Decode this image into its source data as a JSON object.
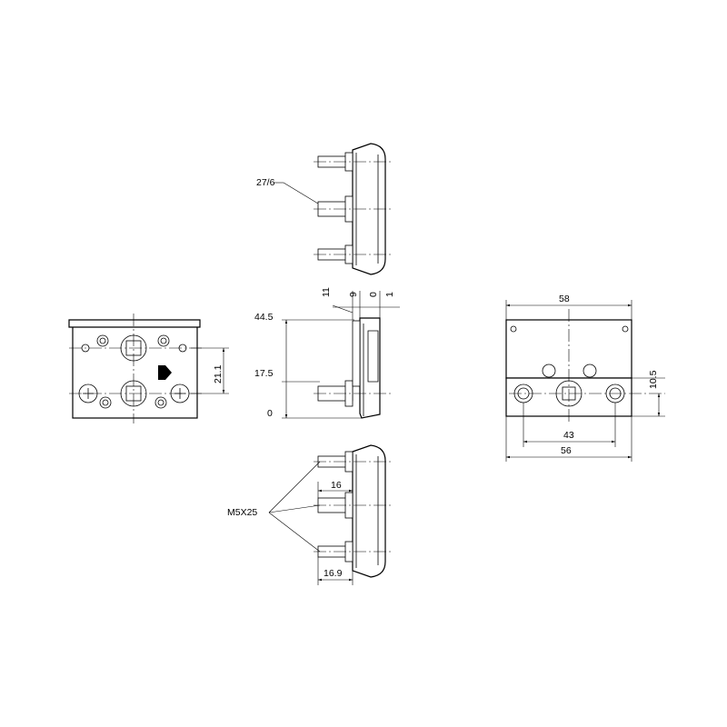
{
  "drawing": {
    "dimensions": {
      "overall_width": "58",
      "inner_width": "56",
      "hole_spacing": "43",
      "hole_height": "10.5",
      "pin_offset": "21.1",
      "top_level": "44.5",
      "mid_level": "17.5",
      "base_level": "0",
      "off_11": "11",
      "off_9": "9",
      "off_0": "0",
      "off_1": "1",
      "pin_length_16": "16",
      "pin_length_169": "16.9"
    },
    "callouts": {
      "screw_spec": "M5X25",
      "spindle_spec": "27/6"
    }
  }
}
